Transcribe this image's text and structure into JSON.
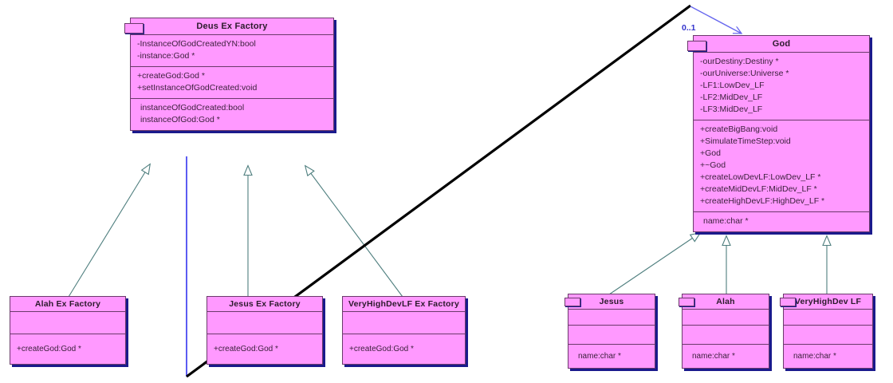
{
  "diagram": {
    "kind": "uml-class-diagram",
    "colors": {
      "class_fill": "#ff99ff",
      "class_border": "#6b3a6b",
      "class_shadow": "#1a1a8c",
      "inheritance_line": "#4f7f7f",
      "association_line": "#6666ee",
      "emphasis_line": "#000000",
      "background": "#ffffff"
    }
  },
  "classes": {
    "deus_ex_factory": {
      "name": "Deus Ex Factory",
      "attributes": [
        "-InstanceOfGodCreatedYN:bool",
        "-instance:God *"
      ],
      "operations": [
        "+createGod:God *",
        "+setInstanceOfGodCreated:void"
      ],
      "extras": [
        "instanceOfGodCreated:bool",
        "instanceOfGod:God *"
      ]
    },
    "god": {
      "name": "God",
      "attributes": [
        "-ourDestiny:Destiny *",
        "-ourUniverse:Universe *",
        "-LF1:LowDev_LF",
        "-LF2:MidDev_LF",
        "-LF3:MidDev_LF"
      ],
      "operations": [
        "+createBigBang:void",
        "+SimulateTimeStep:void",
        "+God",
        "+~God",
        "+createLowDevLF:LowDev_LF *",
        "+createMidDevLF:MidDev_LF *",
        "+createHighDevLF:HighDev_LF *"
      ],
      "extras": [
        "name:char *"
      ]
    },
    "alah_ex_factory": {
      "name": "Alah Ex Factory",
      "attributes": [],
      "operations": [
        "+createGod:God *"
      ]
    },
    "jesus_ex_factory": {
      "name": "Jesus Ex Factory",
      "attributes": [],
      "operations": [
        "+createGod:God *"
      ]
    },
    "veryhighdevlf_ex_factory": {
      "name": "VeryHighDevLF Ex Factory",
      "attributes": [],
      "operations": [
        "+createGod:God *"
      ]
    },
    "jesus": {
      "name": "Jesus",
      "attributes": [],
      "operations": [],
      "extras": [
        "name:char *"
      ]
    },
    "alah": {
      "name": "Alah",
      "attributes": [],
      "operations": [],
      "extras": [
        "name:char *"
      ]
    },
    "veryhighdev_lf": {
      "name": "VeryHighDev LF",
      "attributes": [],
      "operations": [],
      "extras": [
        "name:char *"
      ]
    }
  },
  "relationships": {
    "association_multiplicity": "0..1",
    "inheritances": [
      {
        "from": "Alah Ex Factory",
        "to": "Deus Ex Factory"
      },
      {
        "from": "Jesus Ex Factory",
        "to": "Deus Ex Factory"
      },
      {
        "from": "VeryHighDevLF Ex Factory",
        "to": "Deus Ex Factory"
      },
      {
        "from": "Jesus",
        "to": "God"
      },
      {
        "from": "Alah",
        "to": "God"
      },
      {
        "from": "VeryHighDev LF",
        "to": "God"
      }
    ],
    "associations": [
      {
        "from": "Deus Ex Factory",
        "to": "God",
        "label": "0..1"
      }
    ]
  }
}
